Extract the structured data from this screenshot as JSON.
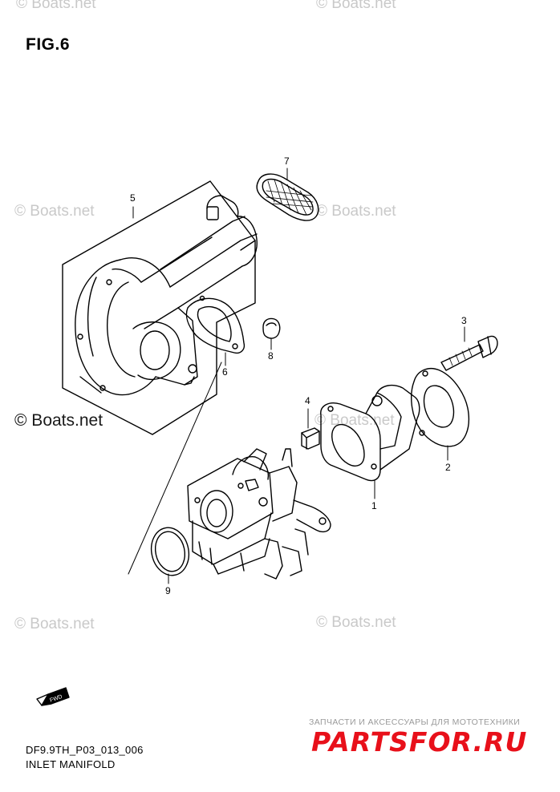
{
  "figure": {
    "title": "FIG.6"
  },
  "watermarks": [
    {
      "text": "© Boats.net"
    },
    {
      "text": "© Boats.net"
    },
    {
      "text": "© Boats.net"
    },
    {
      "text": "© Boats.net"
    },
    {
      "text": "© Boats.net"
    },
    {
      "text": "© Boats.net"
    },
    {
      "text": "© Boats.net"
    },
    {
      "text": "© Boats.net"
    }
  ],
  "callouts": [
    {
      "num": "1",
      "part": "carburetor-flange"
    },
    {
      "num": "2",
      "part": "flange-gasket"
    },
    {
      "num": "3",
      "part": "bolt"
    },
    {
      "num": "4",
      "part": "clip"
    },
    {
      "num": "5",
      "part": "silencer-case"
    },
    {
      "num": "6",
      "part": "silencer-gasket"
    },
    {
      "num": "7",
      "part": "screen"
    },
    {
      "num": "8",
      "part": "grommet"
    },
    {
      "num": "9",
      "part": "o-ring"
    }
  ],
  "fwd_label": "FWD",
  "footer": {
    "code": "DF9.9TH_P03_013_006",
    "caption": "INLET MANIFOLD"
  },
  "partsfor": {
    "tagline": "ЗАПЧАСТИ И АКСЕССУАРЫ ДЛЯ МОТОТЕХНИКИ",
    "logo": "PARTSFOR.RU",
    "color": "#e8101a"
  }
}
